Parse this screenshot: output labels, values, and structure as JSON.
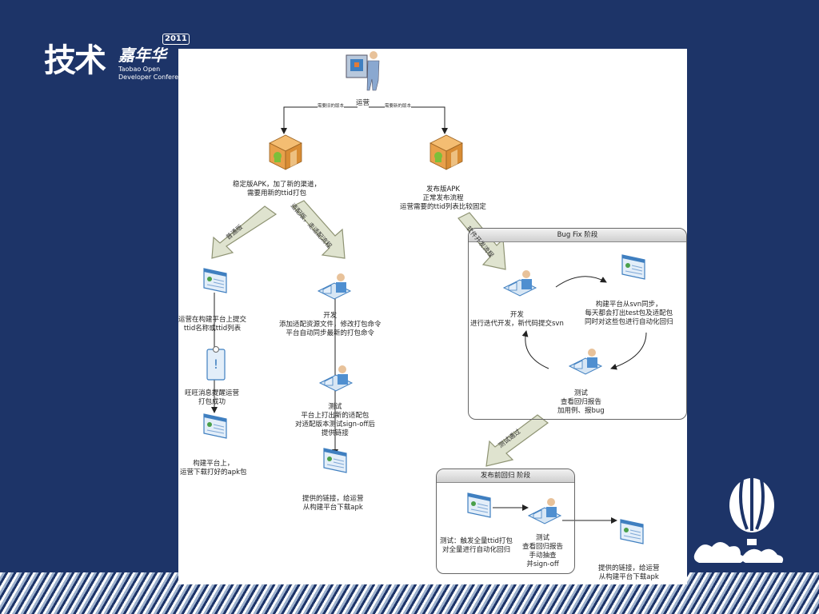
{
  "branding": {
    "logo_main": "技术",
    "logo_sub": "嘉年华",
    "year": "2011",
    "org_line1": "Taobao Open",
    "org_line2": "Developer Conference"
  },
  "diagram": {
    "top": {
      "label": "运营",
      "left_edge": "需要旧的版本",
      "right_edge": "需要新的版本"
    },
    "stable_apk": {
      "line1": "稳定版APK，加了新的渠道，",
      "line2": "需要用新的ttid打包"
    },
    "release_apk": {
      "line1": "发布版APK",
      "line2": "正常发布流程",
      "line3": "运营需要的ttid列表比较固定"
    },
    "arrow_normal": "普通版",
    "arrow_adapt": "适配版，走适配流程",
    "arrow_dev": "软件开发流程",
    "arrow_test_pass": "测试通过",
    "normal_flow": {
      "submit": {
        "line1": "运营在构建平台上提交",
        "line2": "ttid名称或ttid列表"
      },
      "notify": {
        "line1": "旺旺消息提醒运营",
        "line2": "打包成功"
      },
      "download": {
        "line1": "构建平台上，",
        "line2": "运营下载打好的apk包"
      }
    },
    "adapt_flow": {
      "dev": {
        "line1": "开发",
        "line2": "添加适配资源文件，修改打包命令",
        "line3": "平台自动同步最新的打包命令"
      },
      "test": {
        "line1": "测试",
        "line2": "平台上打出新的适配包",
        "line3": "对适配版本测试sign-off后",
        "line4": "提供链接"
      },
      "deliver": {
        "line1": "提供的链接，给运营",
        "line2": "从构建平台下载apk"
      }
    },
    "bugfix": {
      "title": "Bug Fix 阶段",
      "dev": {
        "line1": "开发",
        "line2": "进行迭代开发，新代码提交svn"
      },
      "build": {
        "line1": "构建平台从svn同步，",
        "line2": "每天都会打出test包及适配包",
        "line3": "同时对这些包进行自动化回归"
      },
      "test": {
        "line1": "测试",
        "line2": "查看回归报告",
        "line3": "加用例、报bug"
      }
    },
    "prerelease": {
      "title": "发布前回归 阶段",
      "trigger": {
        "line1": "测试：触发全量ttid打包",
        "line2": "对全量进行自动化回归"
      },
      "test": {
        "line1": "测试",
        "line2": "查看回归报告",
        "line3": "手动抽查",
        "line4": "并sign-off"
      },
      "deliver": {
        "line1": "提供的链接，给运营",
        "line2": "从构建平台下载apk"
      }
    },
    "colors": {
      "big_arrow_fill": "#dfe3cf",
      "big_arrow_stroke": "#8e9373",
      "box": "#e8a04b",
      "android": "#7cbf3a",
      "screen": "#3f7fc0"
    }
  }
}
